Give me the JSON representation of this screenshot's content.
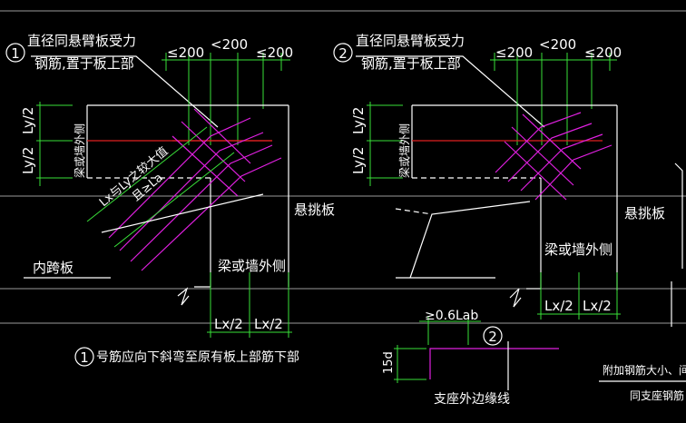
{
  "left_detail": {
    "number": "1",
    "note_line1": "直径同悬臂板受力",
    "note_line2": "钢筋,置于板上部",
    "dim_top": [
      "≤200",
      "<200",
      "≤200"
    ],
    "dim_left": [
      "Ly/2",
      "Ly/2"
    ],
    "dim_bottom": [
      "Lx/2",
      "Lx/2"
    ],
    "wall_label": "梁或墙外侧",
    "wall_label_bottom": "梁或墙外侧",
    "diag_label1": "Lx与Ly之较大值",
    "diag_label2": "且≥La",
    "cantilever_label": "悬挑板",
    "inner_span_label": "内跨板",
    "bottom_note": "号筋应向下斜弯至原有板上部筋下部"
  },
  "right_detail": {
    "number": "2",
    "note_line1": "直径同悬臂板受力",
    "note_line2": "钢筋,置于板上部",
    "dim_top": [
      "≤200",
      "<200",
      "≤200"
    ],
    "dim_left": [
      "Ly/2",
      "Ly/2"
    ],
    "dim_bottom": [
      "Lx/2",
      "Lx/2"
    ],
    "wall_label": "梁或墙外侧",
    "wall_label_bottom": "梁或墙外侧",
    "cantilever_label": "悬挑板"
  },
  "bar_detail": {
    "number": "2",
    "anchor_label": "≥0.6Lab",
    "hook_label": "15d",
    "support_label": "支座外边缘线"
  },
  "legend": {
    "line1": "附加钢筋大小、间距",
    "line2": "同支座钢筋"
  },
  "colors": {
    "background": "#000000",
    "lines": "#ffffff",
    "dimensions": "#39e039",
    "rebar": "#e020e0",
    "axis": "#e02020"
  }
}
